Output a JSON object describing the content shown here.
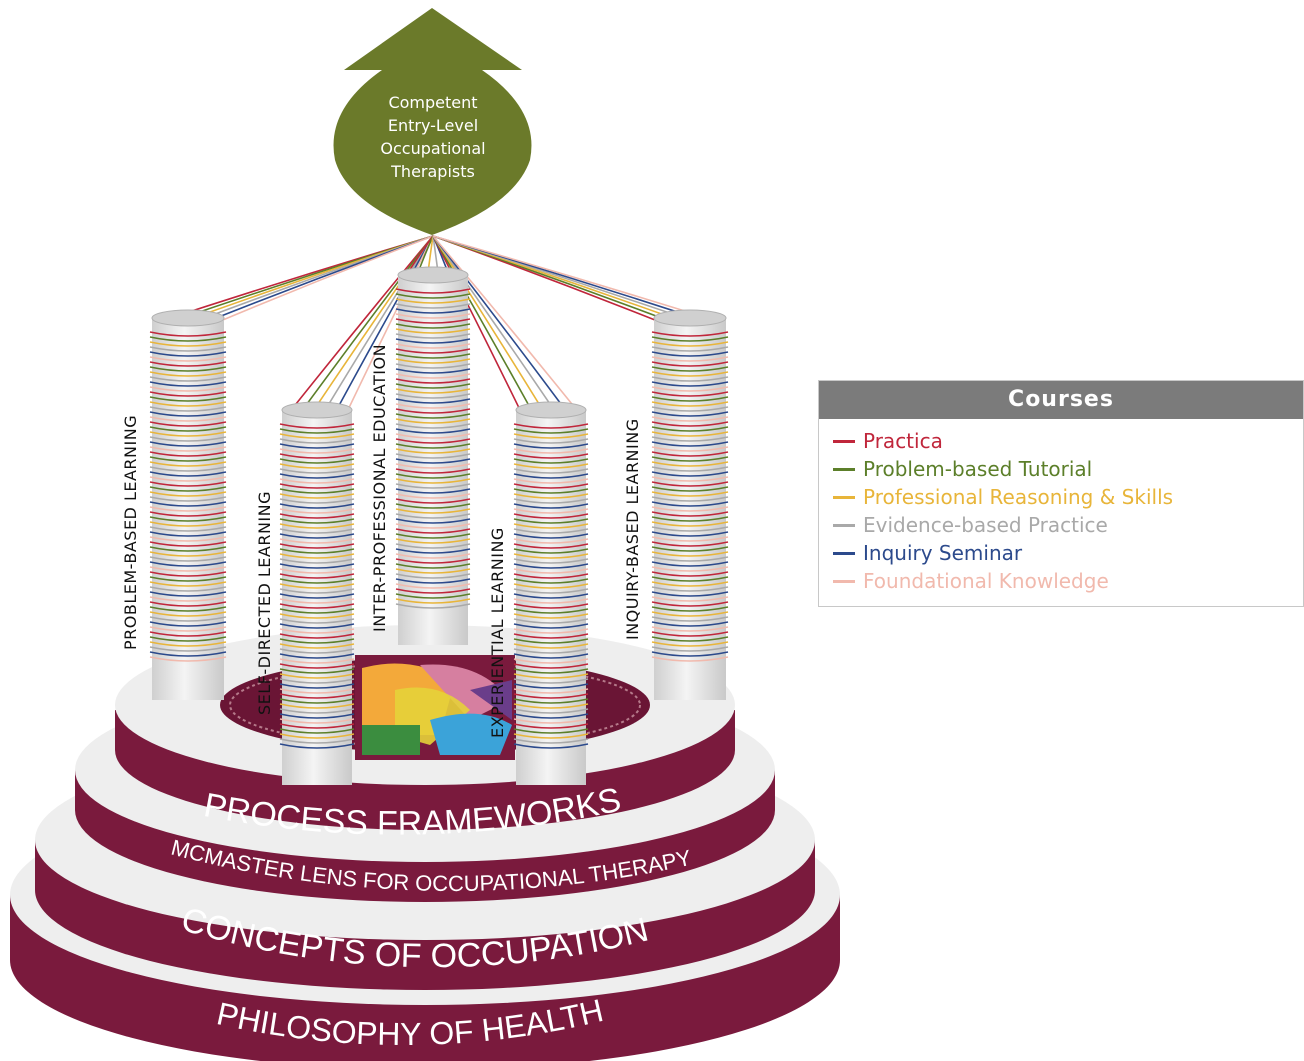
{
  "goal": {
    "lines": [
      "Competent",
      "Entry-Level",
      "Occupational",
      "Therapists"
    ],
    "color": "#6b7a2a"
  },
  "pillars": [
    "PROBLEM-BASED LEARNING",
    "SELF-DIRECTED LEARNING",
    "INTER-PROFESSIONAL EDUCATION",
    "EXPERIENTIAL LEARNING",
    "INQUIRY-BASED LEARNING"
  ],
  "tiers": [
    "PROCESS FRAMEWORKS",
    "MCMASTER LENS FOR OCCUPATIONAL THERAPY",
    "CONCEPTS OF OCCUPATION",
    "PHILOSOPHY OF HEALTH"
  ],
  "legend": {
    "title": "Courses",
    "items": [
      {
        "label": "Practica",
        "color": "#c0263b"
      },
      {
        "label": "Problem-based Tutorial",
        "color": "#5c7f2a"
      },
      {
        "label": "Professional Reasoning & Skills",
        "color": "#e8b53a"
      },
      {
        "label": "Evidence-based Practice",
        "color": "#a9a9a9"
      },
      {
        "label": "Inquiry Seminar",
        "color": "#2c4a8c"
      },
      {
        "label": "Foundational Knowledge",
        "color": "#f1b9ad"
      }
    ]
  },
  "colors": {
    "maroon": "#7a1a3d",
    "pillar": "#e6e6e6",
    "platform": "#eeeeee"
  }
}
